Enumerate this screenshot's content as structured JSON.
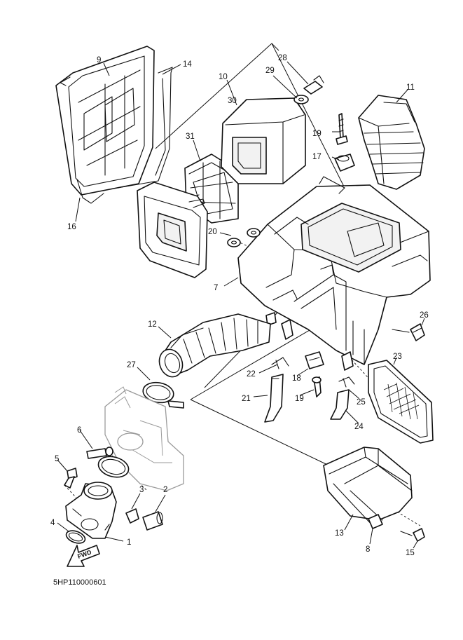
{
  "diagram": {
    "catalog_code": "5HP110000601",
    "fwd_label": "FWD",
    "callouts": {
      "c1": "1",
      "c2": "2",
      "c3": "3",
      "c4": "4",
      "c5": "5",
      "c6": "6",
      "c7": "7",
      "c8": "8",
      "c9": "9",
      "c10": "10",
      "c11": "11",
      "c12": "12",
      "c13": "13",
      "c14": "14",
      "c15": "15",
      "c16": "16",
      "c17": "17",
      "c18": "18",
      "c19a": "19",
      "c19b": "19",
      "c20": "20",
      "c21": "21",
      "c22": "22",
      "c23": "23",
      "c24": "24",
      "c25": "25",
      "c26": "26",
      "c27": "27",
      "c28": "28",
      "c29": "29",
      "c30": "30",
      "c31": "31"
    }
  }
}
